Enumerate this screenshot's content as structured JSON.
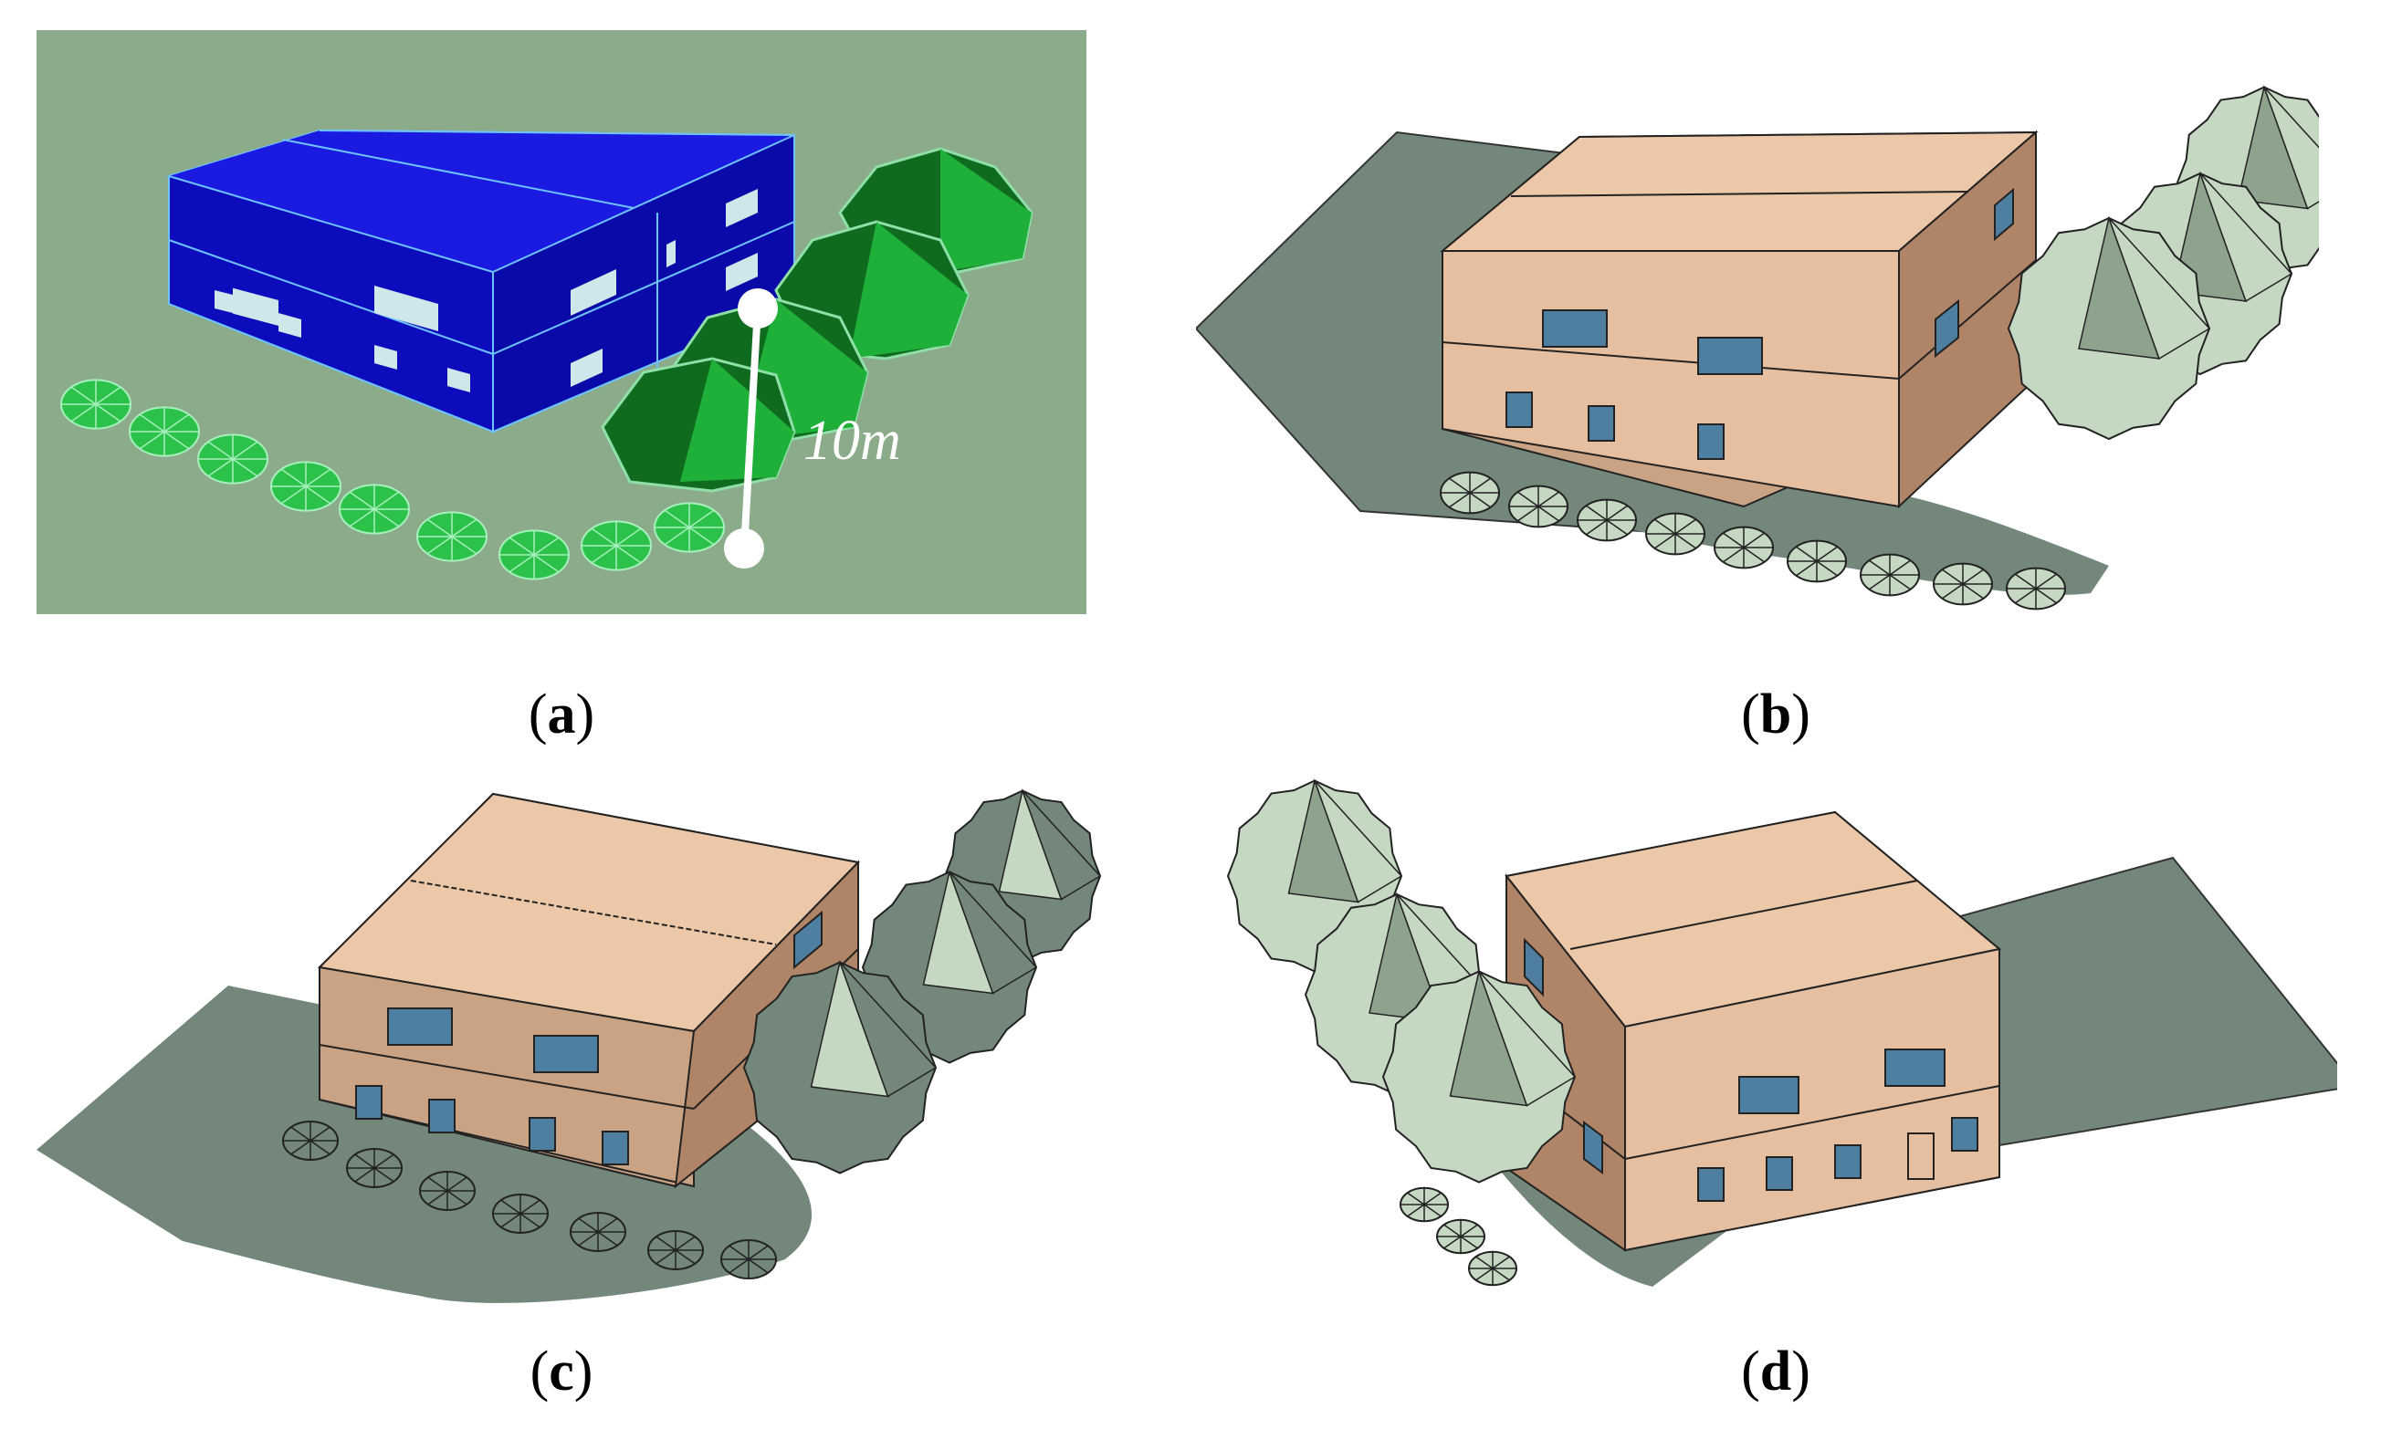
{
  "panels": [
    {
      "id": "a",
      "caption_open": "(",
      "caption_letter": "a",
      "caption_close": ")"
    },
    {
      "id": "b",
      "caption_open": "(",
      "caption_letter": "b",
      "caption_close": ")"
    },
    {
      "id": "c",
      "caption_open": "(",
      "caption_letter": "c",
      "caption_close": ")"
    },
    {
      "id": "d",
      "caption_open": "(",
      "caption_letter": "d",
      "caption_close": ")"
    }
  ],
  "measurement": {
    "label": "10m"
  },
  "colors": {
    "ground_a": "#8bab8a",
    "building_a": "#0d0ec4",
    "building_a_roof": "#1414e8",
    "tree_dark": "#0f6b1e",
    "tree_light": "#1fb03a",
    "shrub": "#2cc24a",
    "wall_shaded": "#c9a383",
    "wall_lit": "#e6bfa0",
    "roof": "#ecc7a8",
    "window": "#4e7fa0",
    "shadow": "#73887a",
    "tree_pale": "#c5d8c2"
  }
}
